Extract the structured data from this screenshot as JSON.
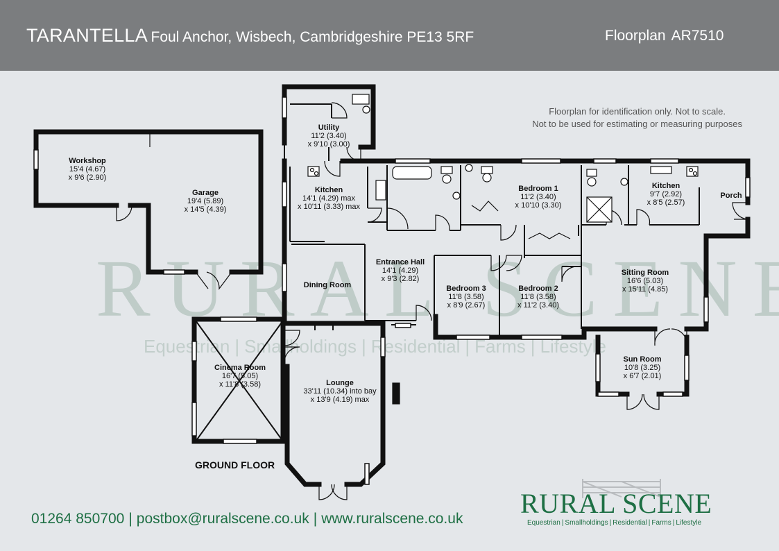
{
  "header": {
    "property_name": "TARANTELLA",
    "address": "Foul Anchor, Wisbech, Cambridgeshire PE13 5RF",
    "plan_label": "Floorplan",
    "plan_ref": "AR7510"
  },
  "disclaimer": {
    "line1": "Floorplan for identification only. Not to scale.",
    "line2": "Not to be used for estimating or measuring purposes"
  },
  "floor_label": "GROUND FLOOR",
  "rooms": {
    "workshop": {
      "name": "Workshop",
      "dim1": "15'4 (4.67)",
      "dim2": "x 9'6 (2.90)"
    },
    "garage": {
      "name": "Garage",
      "dim1": "19'4 (5.89)",
      "dim2": "x 14'5 (4.39)"
    },
    "utility": {
      "name": "Utility",
      "dim1": "11'2 (3.40)",
      "dim2": "x 9'10 (3.00)"
    },
    "kitchen_main": {
      "name": "Kitchen",
      "dim1": "14'1 (4.29) max",
      "dim2": "x 10'11 (3.33) max"
    },
    "bedroom1": {
      "name": "Bedroom 1",
      "dim1": "11'2 (3.40)",
      "dim2": "x 10'10 (3.30)"
    },
    "kitchen_annex": {
      "name": "Kitchen",
      "dim1": "9'7 (2.92)",
      "dim2": "x 8'5 (2.57)"
    },
    "porch": {
      "name": "Porch"
    },
    "entrance_hall": {
      "name": "Entrance Hall",
      "dim1": "14'1 (4.29)",
      "dim2": "x 9'3 (2.82)"
    },
    "dining_room": {
      "name": "Dining Room"
    },
    "bedroom3": {
      "name": "Bedroom 3",
      "dim1": "11'8 (3.58)",
      "dim2": "x 8'9 (2.67)"
    },
    "bedroom2": {
      "name": "Bedroom 2",
      "dim1": "11'8 (3.58)",
      "dim2": "x 11'2 (3.40)"
    },
    "sitting_room": {
      "name": "Sitting Room",
      "dim1": "16'6 (5.03)",
      "dim2": "x 15'11 (4.85)"
    },
    "cinema_room": {
      "name": "Cinema Room",
      "dim1": "16'7 (5.05)",
      "dim2": "x 11'8 (3.58)"
    },
    "lounge": {
      "name": "Lounge",
      "dim1": "33'11 (10.34) into bay",
      "dim2": "x 13'9 (4.19) max"
    },
    "sun_room": {
      "name": "Sun Room",
      "dim1": "10'8 (3.25)",
      "dim2": "x 6'7 (2.01)"
    }
  },
  "contact": {
    "phone": "01264 850700",
    "email": "postbox@ruralscene.co.uk",
    "web": "www.ruralscene.co.uk",
    "separator": "|"
  },
  "brand": {
    "name": "RURAL SCENE",
    "tagline_items": [
      "Equestrian",
      "Smallholdings",
      "Residential",
      "Farms",
      "Lifestyle"
    ],
    "color": "#1e6f44"
  },
  "watermark": {
    "text": "RURAL SCENE",
    "tagline_items": [
      "Equestrian",
      "Smallholdings",
      "Residential",
      "Farms",
      "Lifestyle"
    ]
  }
}
